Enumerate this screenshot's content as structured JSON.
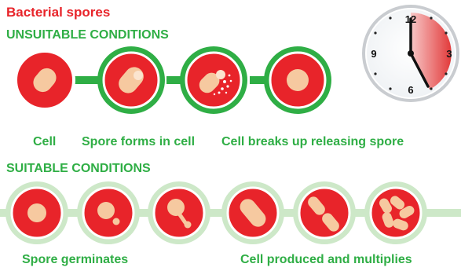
{
  "title": "Bacterial spores",
  "unsuitable_heading": "UNSUITABLE CONDITIONS",
  "suitable_heading": "SUITABLE CONDITIONS",
  "labels": {
    "cell": "Cell",
    "spore_forms": "Spore forms in cell",
    "cell_breaks": "Cell breaks up releasing spore",
    "spore_germinates": "Spore germinates",
    "cell_multiplies": "Cell produced and multiplies"
  },
  "clock": {
    "numbers": [
      "12",
      "3",
      "6",
      "9"
    ]
  },
  "colors": {
    "red": "#e8242a",
    "green": "#2fae45",
    "light_green": "#cde8c8",
    "spore": "#f6c9a0"
  }
}
